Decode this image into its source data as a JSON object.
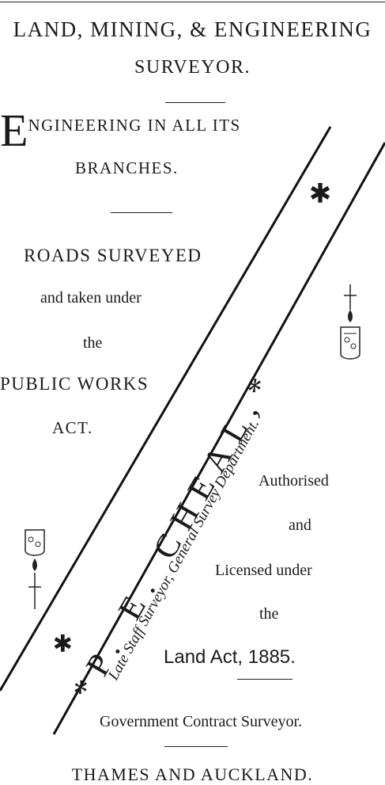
{
  "header": {
    "line1": "LAND, MINING, & ENGINEERING",
    "line2": "SURVEYOR."
  },
  "left_column": {
    "dropcap": "E",
    "engineering_rest": "NGINEERING IN ALL ITS",
    "branches": "BRANCHES.",
    "roads": "ROADS SURVEYED",
    "taken": "and taken under",
    "the": "the",
    "public_works": "PUBLIC WORKS",
    "act": "ACT."
  },
  "diagonal": {
    "name": "*P. E. CHEAL,*",
    "subtitle": "Late Staff Surveyor, General Survey Department."
  },
  "right_column": {
    "authorised": "Authorised",
    "and": "and",
    "licensed": "Licensed under",
    "the": "the",
    "land_act": "Land Act, 1885."
  },
  "footer": {
    "contract": "Government Contract Surveyor.",
    "location": "THAMES AND AUCKLAND."
  },
  "ornaments": [
    "pen-nib-ornament",
    "pen-nib-ornament"
  ]
}
